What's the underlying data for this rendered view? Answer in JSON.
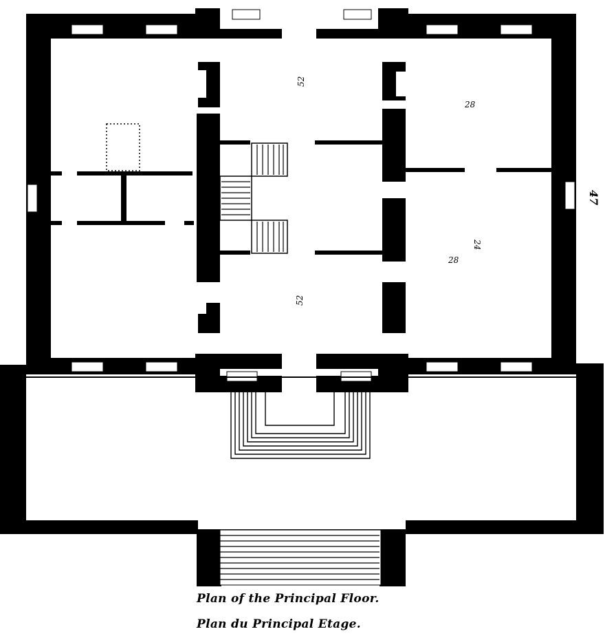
{
  "caption": {
    "english": "Plan of the Principal Floor.",
    "french": "Plan du Principal Etage."
  },
  "page_number": "47",
  "room_labels": {
    "hall_north": "52",
    "hall_south": "52",
    "room_ne": "28",
    "room_se_a": "28",
    "room_se_b": "24"
  }
}
